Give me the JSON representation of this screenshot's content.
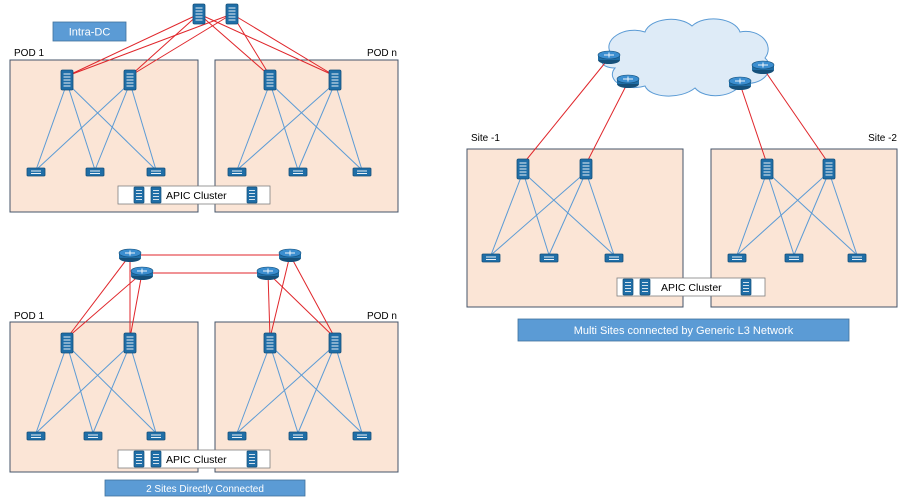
{
  "colors": {
    "pod_fill": "#fbe5d6",
    "pod_border": "#44546a",
    "spine_link": "#e0262b",
    "leaf_link": "#5b9bd5",
    "device_fill": "#1f6ea7",
    "label_fill": "#5b9bd5",
    "label_text": "#ffffff",
    "cluster_fill": "#ffffff",
    "cloud_fill": "#deebf7",
    "cloud_border": "#5b9bd5"
  },
  "icons": {
    "spine": "switch-icon",
    "leaf": "leaf-switch-icon",
    "router": "router-icon",
    "server": "server-icon",
    "cloud": "cloud-icon"
  },
  "intra_dc": {
    "label": "Intra-DC",
    "pod1_title": "POD 1",
    "podn_title": "POD n",
    "cluster_label": "APIC Cluster"
  },
  "direct": {
    "pod1_title": "POD 1",
    "podn_title": "POD n",
    "cluster_label": "APIC Cluster",
    "caption": "2 Sites Directly Connected"
  },
  "multisite": {
    "site1_title": "Site -1",
    "site2_title": "Site -2",
    "cluster_label": "APIC Cluster",
    "caption": "Multi Sites connected by Generic L3 Network"
  }
}
